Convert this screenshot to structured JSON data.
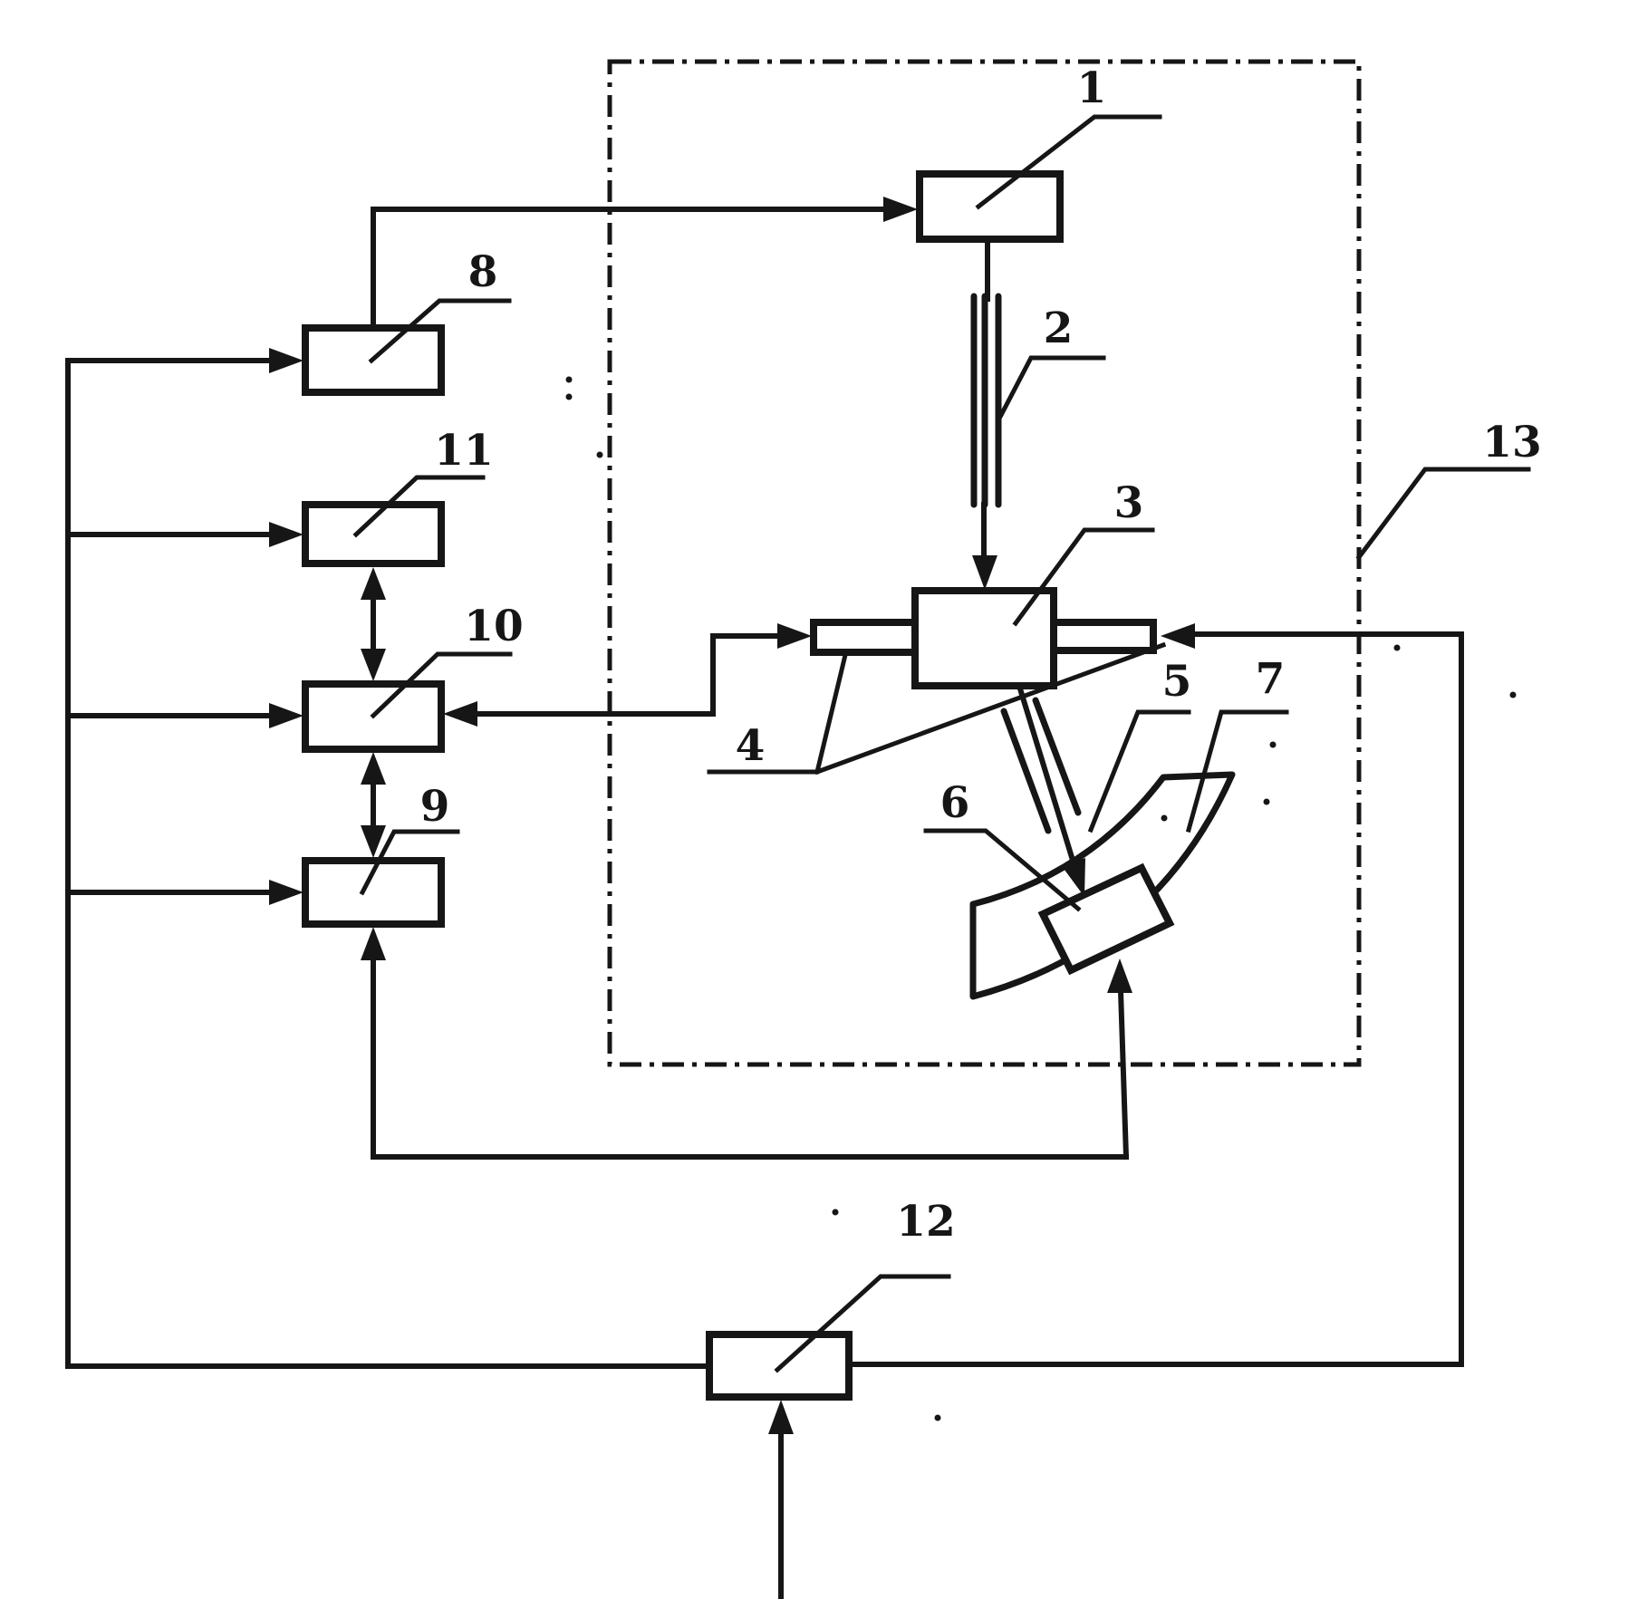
{
  "figure": {
    "background": "#ffffff",
    "ink": "#161616",
    "labels": {
      "n1": "1",
      "n2": "2",
      "n3": "3",
      "n4": "4",
      "n5": "5",
      "n6": "6",
      "n7": "7",
      "n8": "8",
      "n9": "9",
      "n10": "10",
      "n11": "11",
      "n12": "12",
      "n13": "13"
    }
  }
}
